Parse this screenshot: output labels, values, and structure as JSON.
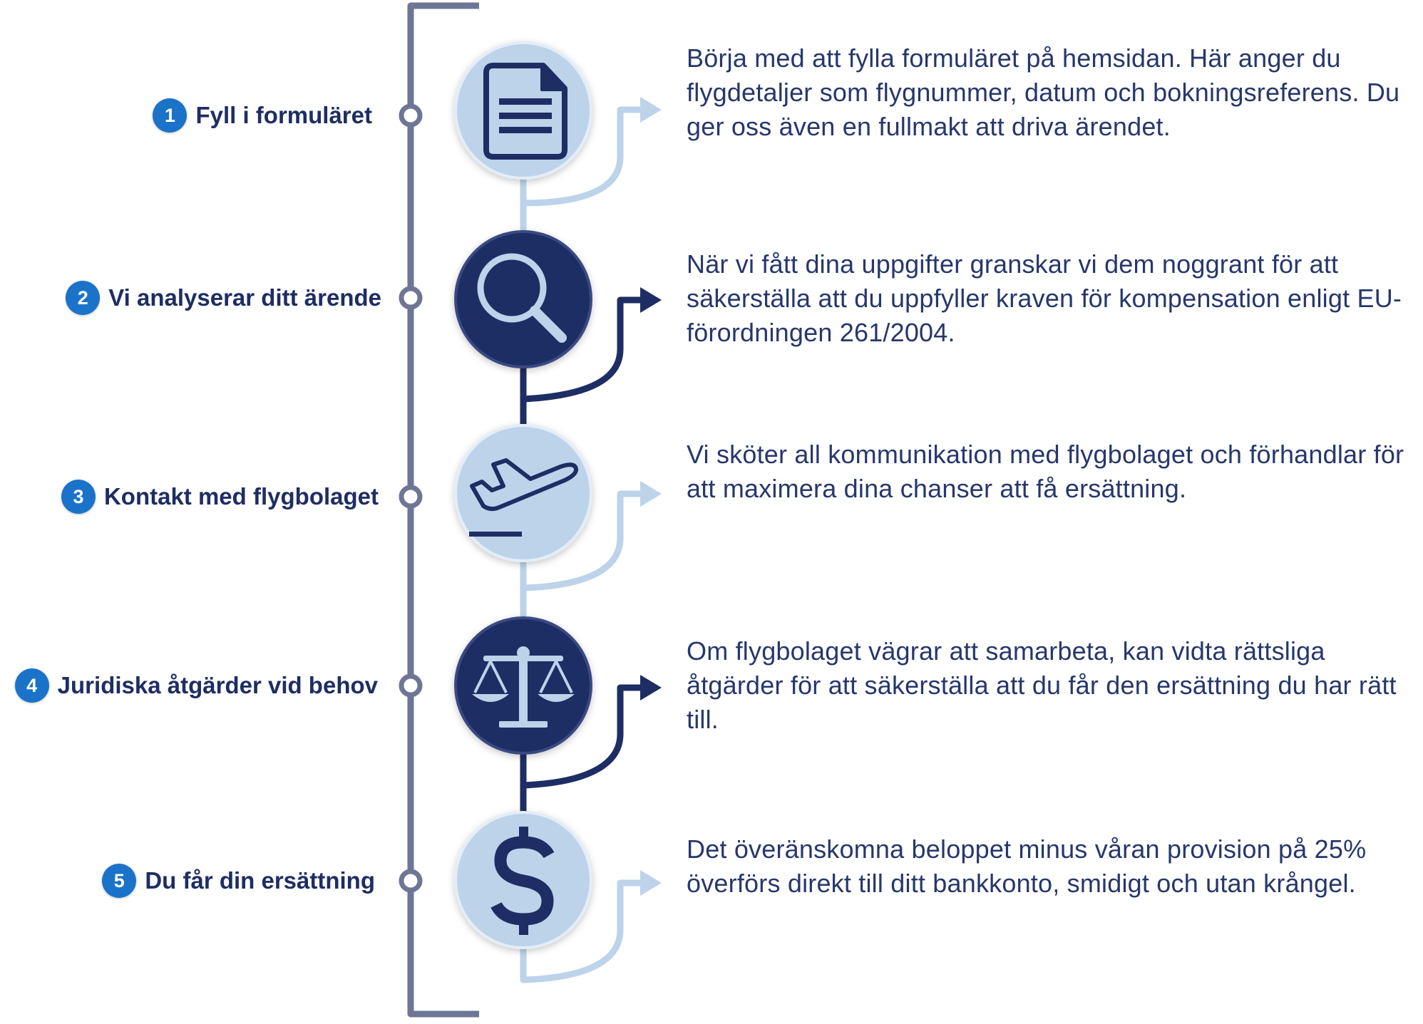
{
  "steps": [
    {
      "number": "1",
      "title": "Fyll i formuläret",
      "description": "Börja med att fylla formuläret på hemsidan. Här anger du flygdetaljer som flygnummer, datum och bokningsreferens. Du ger oss även en fullmakt att driva ärendet.",
      "icon": "document-icon",
      "tone": "light"
    },
    {
      "number": "2",
      "title": "Vi analyserar ditt ärende",
      "description": "När vi fått dina uppgifter granskar vi dem noggrant för att säkerställa att du uppfyller kraven för kompensation enligt EU-förordningen 261/2004.",
      "icon": "magnifier-icon",
      "tone": "dark"
    },
    {
      "number": "3",
      "title": "Kontakt med flygbolaget",
      "description": "Vi sköter all kommunikation med flygbolaget och förhandlar för att maximera dina chanser att få ersättning.",
      "icon": "airplane-takeoff-icon",
      "tone": "light"
    },
    {
      "number": "4",
      "title": "Juridiska åtgärder vid behov",
      "description": "Om flygbolaget vägrar att samarbeta, kan vidta rättsliga åtgärder för att säkerställa att du får den ersättning du har rätt till.",
      "icon": "scales-icon",
      "tone": "dark"
    },
    {
      "number": "5",
      "title": "Du får din ersättning",
      "description": "Det överänskomna beloppet minus våran provision på 25% överförs direkt till ditt bankkonto, smidigt och utan krångel.",
      "icon": "dollar-icon",
      "tone": "light"
    }
  ],
  "colors": {
    "navy": "#1e2d63",
    "light_blue": "#bcd3ea",
    "timeline_gray": "#6e7696",
    "badge_blue": "#1a73c8",
    "text": "#26376b"
  }
}
